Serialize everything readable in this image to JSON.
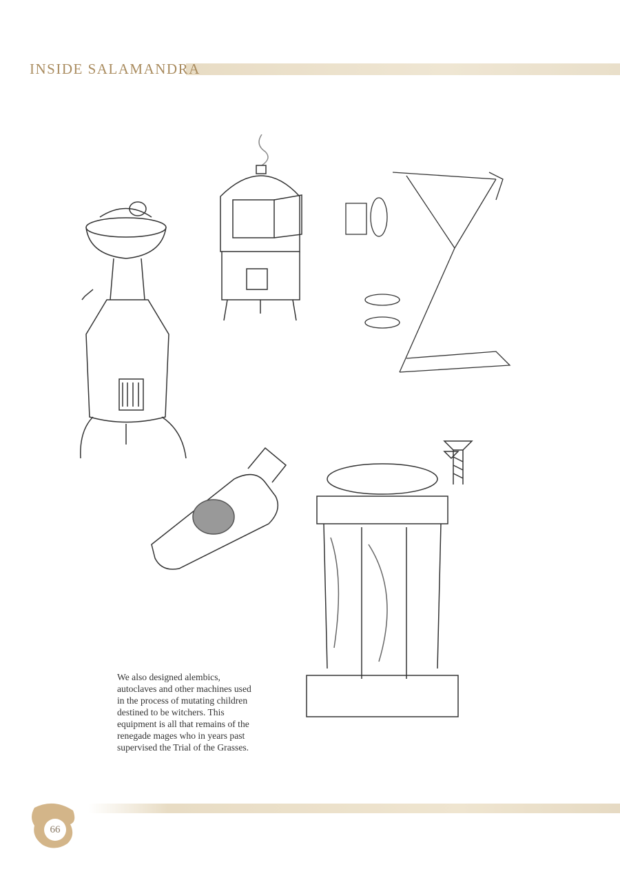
{
  "header": {
    "title": "INSIDE SALAMANDRA"
  },
  "caption": {
    "text": "We also designed alembics, autoclaves and other machines used in the process of mutating children destined to be witchers. This equipment is all that remains of the renegade mages who in years past supervised the Trial of the Grasses."
  },
  "footer": {
    "page_number": "66"
  },
  "colors": {
    "accent": "#a98b5e",
    "band": "#e8dcc4",
    "ink": "#333333"
  }
}
